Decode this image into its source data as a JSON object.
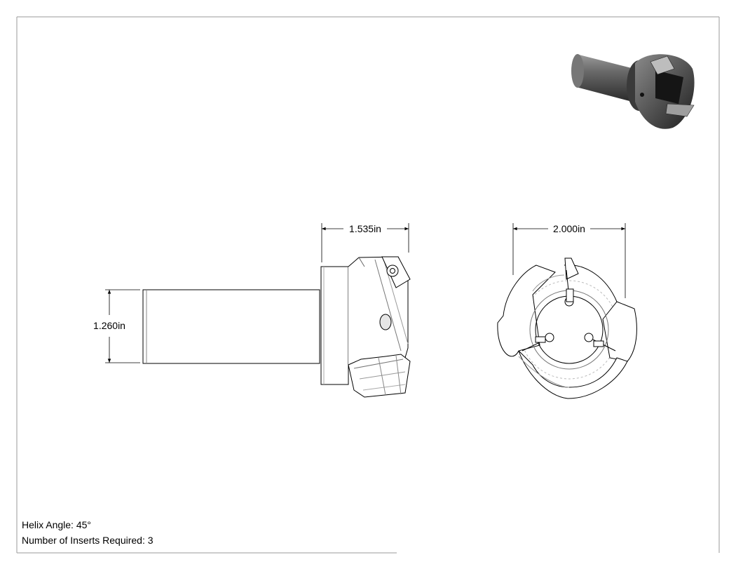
{
  "dimensions": {
    "flute_length": "1.535in",
    "cutting_diameter": "2.000in",
    "shank_diameter": "1.260in"
  },
  "notes": {
    "helix_angle": "Helix Angle: 45°",
    "inserts_required": "Number of Inserts Required: 3"
  }
}
